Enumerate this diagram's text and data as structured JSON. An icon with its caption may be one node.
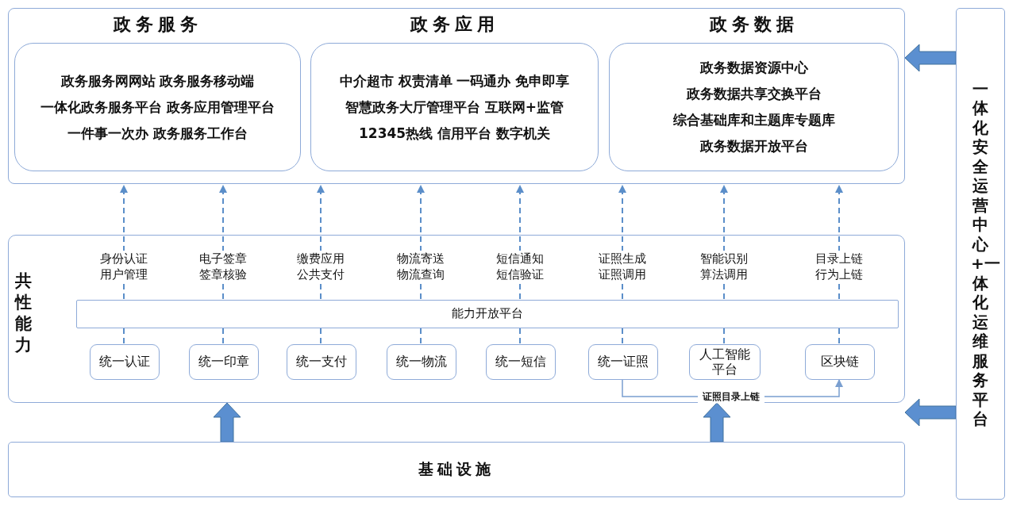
{
  "diagram": {
    "nodes": [
      {
        "text": [],
        "shape": "box"
      },
      {
        "text": [
          "政务服务",
          "政务服务网网站 政务服务移动端",
          "一体化政务服务平台 政务应用管理平台",
          "一件事一次办 政务服务工作台"
        ],
        "in": 0
      },
      {
        "text": [
          "政务应用",
          "中介超市 权责清单 一码通办 免申即享",
          "智慧政务大厅管理平台 互联网+监管",
          "12345热线 信用平台 数字机关"
        ],
        "in": 0
      },
      {
        "text": [
          "政务数据",
          "政务数据资源中心",
          "政务数据共享交换平台",
          "综合基础库和主题库专题库",
          "政务数据开放平台"
        ],
        "in": 0
      },
      {
        "text": [
          "共性能力"
        ]
      },
      {
        "text": [
          "能力开放平台"
        ],
        "in": 4
      },
      {
        "text": [
          "统一认证"
        ],
        "in": 4
      },
      {
        "text": [
          "统一印章"
        ],
        "in": 4
      },
      {
        "text": [
          "统一支付"
        ],
        "in": 4
      },
      {
        "text": [
          "统一物流"
        ],
        "in": 4
      },
      {
        "text": [
          "统一短信"
        ],
        "in": 4
      },
      {
        "text": [
          "统一证照"
        ],
        "in": 4
      },
      {
        "text": [
          "人工智能平台"
        ],
        "in": 4
      },
      {
        "text": [
          "区块链"
        ],
        "in": 4
      },
      {
        "text": [
          "基础设施"
        ]
      },
      {
        "text": [
          "一体化安全运营中心+一体化运维服务平台"
        ]
      }
    ],
    "edges": [
      {
        "from": 6,
        "to": 5,
        "arrow": "none",
        "style": "dashed"
      },
      {
        "from": 7,
        "to": 5,
        "arrow": "none",
        "style": "dashed"
      },
      {
        "from": 8,
        "to": 5,
        "arrow": "none",
        "style": "dashed"
      },
      {
        "from": 9,
        "to": 5,
        "arrow": "none",
        "style": "dashed"
      },
      {
        "from": 10,
        "to": 5,
        "arrow": "none",
        "style": "dashed"
      },
      {
        "from": 11,
        "to": 5,
        "arrow": "none",
        "style": "dashed"
      },
      {
        "from": 12,
        "to": 5,
        "arrow": "none",
        "style": "dashed"
      },
      {
        "from": 13,
        "to": 5,
        "arrow": "none",
        "style": "dashed"
      },
      {
        "from": 5,
        "to": 0,
        "arrow": "to",
        "style": "dashed",
        "label": "身份认证用户管理"
      },
      {
        "from": 5,
        "to": 0,
        "arrow": "to",
        "style": "dashed",
        "label": "电子签章签章核验"
      },
      {
        "from": 5,
        "to": 0,
        "arrow": "to",
        "style": "dashed",
        "label": "缴费应用公共支付"
      },
      {
        "from": 5,
        "to": 0,
        "arrow": "to",
        "style": "dashed",
        "label": "物流寄送物流查询"
      },
      {
        "from": 5,
        "to": 0,
        "arrow": "to",
        "style": "dashed",
        "label": "短信通知短信验证"
      },
      {
        "from": 5,
        "to": 0,
        "arrow": "to",
        "style": "dashed",
        "label": "证照生成证照调用"
      },
      {
        "from": 5,
        "to": 0,
        "arrow": "to",
        "style": "dashed",
        "label": "智能识别算法调用"
      },
      {
        "from": 5,
        "to": 0,
        "arrow": "to",
        "style": "dashed",
        "label": "目录上链行为上链"
      },
      {
        "from": 11,
        "to": 13,
        "arrow": "to",
        "label": "证照目录上链"
      },
      {
        "from": 14,
        "to": 4,
        "arrow": "to",
        "style": "thick"
      },
      {
        "from": 14,
        "to": 4,
        "arrow": "to",
        "style": "thick"
      },
      {
        "from": 15,
        "to": 0,
        "arrow": "to",
        "style": "thick"
      },
      {
        "from": 15,
        "to": 4,
        "arrow": "to",
        "style": "thick"
      }
    ]
  }
}
